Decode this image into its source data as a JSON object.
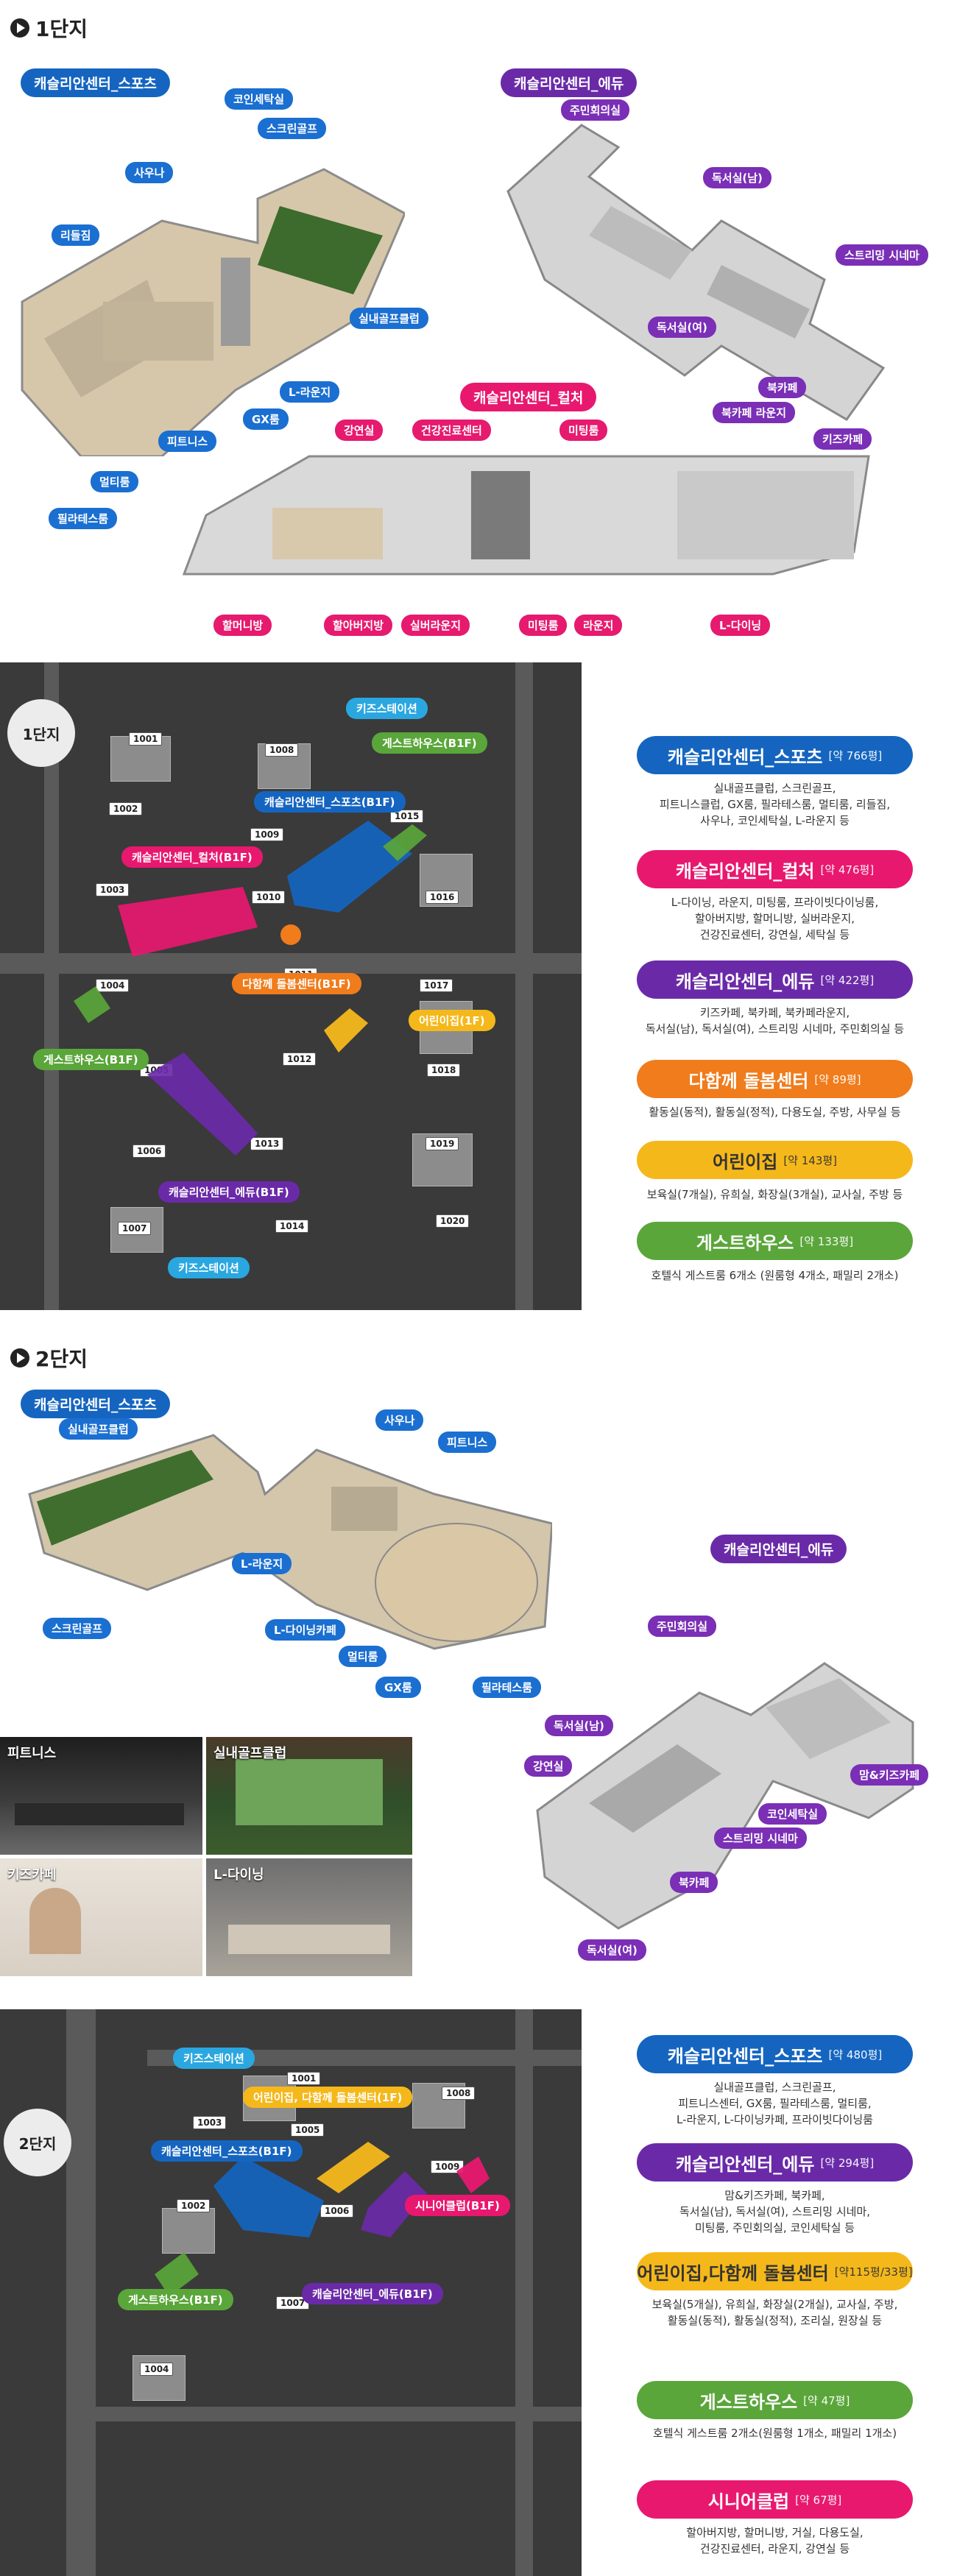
{
  "s1": {
    "title": "1단지",
    "sports_label": "캐슬리안센터_스포츠",
    "edu_label": "캐슬리안센터_에듀",
    "culture_label": "캐슬리안센터_컬처",
    "sports_tags": [
      "코인세탁실",
      "스크린골프",
      "사우나",
      "리들짐",
      "실내골프클럽",
      "L-라운지",
      "GX룸",
      "피트니스",
      "멀티룸",
      "필라테스룸"
    ],
    "edu_tags": [
      "주민회의실",
      "독서실(남)",
      "스트리밍 시네마",
      "독서실(여)",
      "북카페",
      "북카페 라운지",
      "키즈카페"
    ],
    "culture_tags": [
      "강연실",
      "건강진료센터",
      "미팅룸",
      "할머니방",
      "할아버지방",
      "실버라운지",
      "미팅룸",
      "라운지",
      "L-다이닝"
    ],
    "map": {
      "complex": "1단지",
      "labels": [
        "키즈스테이션",
        "게스트하우스(B1F)",
        "캐슬리안센터_스포츠(B1F)",
        "캐슬리안센터_컬처(B1F)",
        "다함께 돌봄센터(B1F)",
        "어린이집(1F)",
        "게스트하우스(B1F)",
        "캐슬리안센터_에듀(B1F)",
        "키즈스테이션"
      ],
      "buildings": [
        "1001",
        "1002",
        "1003",
        "1004",
        "1005",
        "1006",
        "1007",
        "1008",
        "1009",
        "1010",
        "1011",
        "1012",
        "1013",
        "1014",
        "1015",
        "1016",
        "1017",
        "1018",
        "1019",
        "1020"
      ]
    },
    "info": [
      {
        "title": "캐슬리안센터_스포츠",
        "size": "[약 766평]",
        "desc": "실내골프클럽, 스크린골프,\n피트니스클럽, GX룸, 필라테스룸, 멀티룸, 리들짐,\n사우나, 코인세탁실, L-라운지 등",
        "color": "#1565c0"
      },
      {
        "title": "캐슬리안센터_컬처",
        "size": "[약 476평]",
        "desc": "L-다이닝, 라운지, 미팅룸, 프라이빗다이닝룸,\n할아버지방, 할머니방, 실버라운지,\n건강진료센터, 강연실, 세탁실 등",
        "color": "#e8186f"
      },
      {
        "title": "캐슬리안센터_에듀",
        "size": "[약 422평]",
        "desc": "키즈카페, 북카페, 북카페라운지,\n독서실(남), 독서실(여), 스트리밍 시네마, 주민회의실 등",
        "color": "#6a2aa8"
      },
      {
        "title": "다함께 돌봄센터",
        "size": "[약 89평]",
        "desc": "활동실(동적), 활동실(정적), 다용도실, 주방, 사무실 등",
        "color": "#f07c1c"
      },
      {
        "title": "어린이집",
        "size": "[약 143평]",
        "desc": "보육실(7개실), 유희실, 화장실(3개실), 교사실, 주방 등",
        "color": "#f5b81b"
      },
      {
        "title": "게스트하우스",
        "size": "[약 133평]",
        "desc": "호텔식 게스트룸 6개소 (원룸형 4개소, 패밀리 2개소)",
        "color": "#5aa63a"
      }
    ]
  },
  "s2": {
    "title": "2단지",
    "sports_label": "캐슬리안센터_스포츠",
    "edu_label": "캐슬리안센터_에듀",
    "sports_tags": [
      "실내골프클럽",
      "사우나",
      "피트니스",
      "L-라운지",
      "스크린골프",
      "L-다이닝카페",
      "멀티룸",
      "GX룸",
      "필라테스룸"
    ],
    "edu_tags": [
      "주민회의실",
      "독서실(남)",
      "강연실",
      "맘&키즈카페",
      "코인세탁실",
      "스트리밍 시네마",
      "북카페",
      "독서실(여)"
    ],
    "photos": [
      "피트니스",
      "실내골프클럽",
      "키즈카페",
      "L-다이닝"
    ],
    "map": {
      "complex": "2단지",
      "labels": [
        "키즈스테이션",
        "어린이집, 다함께 돌봄센터(1F)",
        "캐슬리안센터_스포츠(B1F)",
        "시니어클럽(B1F)",
        "게스트하우스(B1F)",
        "캐슬리안센터_에듀(B1F)"
      ],
      "buildings": [
        "1001",
        "1002",
        "1003",
        "1004",
        "1005",
        "1006",
        "1007",
        "1008",
        "1009"
      ]
    },
    "info": [
      {
        "title": "캐슬리안센터_스포츠",
        "size": "[약 480평]",
        "desc": "실내골프클럽, 스크린골프,\n피트니스센터, GX룸, 필라테스룸, 멀티룸,\nL-라운지, L-다이닝카페, 프라이빗다이닝룸",
        "color": "#1565c0"
      },
      {
        "title": "캐슬리안센터_에듀",
        "size": "[약 294평]",
        "desc": "맘&키즈카페, 북카페,\n독서실(남), 독서실(여), 스트리밍 시네마,\n미팅룸, 주민회의실, 코인세탁실 등",
        "color": "#6a2aa8"
      },
      {
        "title": "어린이집,다함께 돌봄센터",
        "size": "[약115평/33평]",
        "desc": "보육실(5개실), 유희실, 화장실(2개실), 교사실, 주방,\n활동실(동적), 활동실(정적), 조리실, 원장실 등",
        "color": "#f5b81b"
      },
      {
        "title": "게스트하우스",
        "size": "[약 47평]",
        "desc": "호텔식 게스트룸 2개소(원룸형 1개소, 패밀리 1개소)",
        "color": "#5aa63a"
      },
      {
        "title": "시니어클럽",
        "size": "[약 67평]",
        "desc": "할아버지방, 할머니방, 거실, 다용도실,\n건강진료센터, 라운지, 강연실 등",
        "color": "#e8186f"
      }
    ]
  }
}
